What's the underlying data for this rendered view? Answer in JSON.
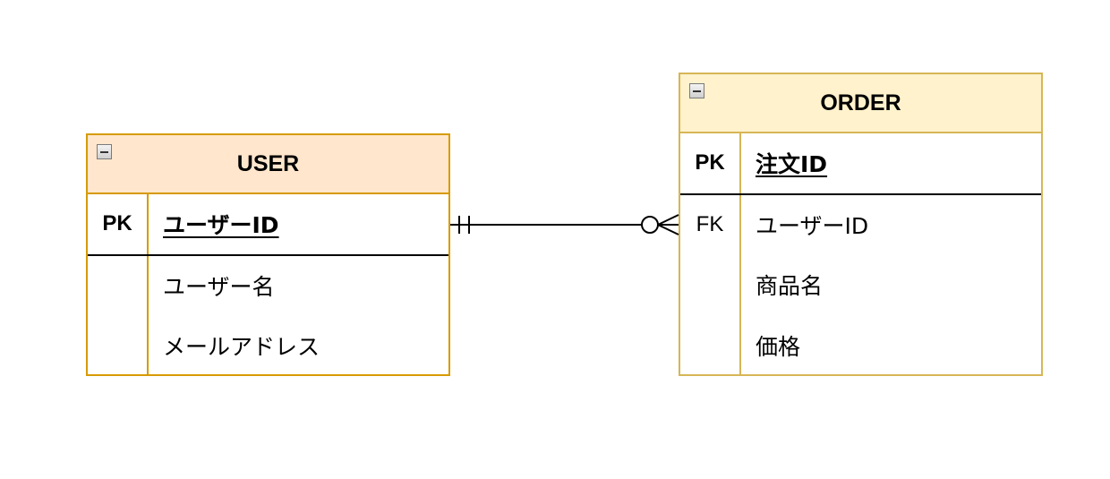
{
  "entities": {
    "user": {
      "title": "USER",
      "rows": [
        {
          "key": "PK",
          "field": "ユーザーID"
        },
        {
          "key": "",
          "field": "ユーザー名"
        },
        {
          "key": "",
          "field": "メールアドレス"
        }
      ]
    },
    "order": {
      "title": "ORDER",
      "rows": [
        {
          "key": "PK",
          "field": "注文ID"
        },
        {
          "key": "FK",
          "field": "ユーザーID"
        },
        {
          "key": "",
          "field": "商品名"
        },
        {
          "key": "",
          "field": "価格"
        }
      ]
    }
  },
  "relationship": {
    "from": "USER",
    "to": "ORDER",
    "from_cardinality": "exactly-one",
    "to_cardinality": "zero-or-many"
  },
  "colors": {
    "user_fill": "#ffe6cc",
    "user_stroke": "#d79b00",
    "order_fill": "#fff2cc",
    "order_stroke": "#d6b656",
    "divider": "#000000"
  },
  "icons": {
    "entity_header": "collapse-icon"
  }
}
